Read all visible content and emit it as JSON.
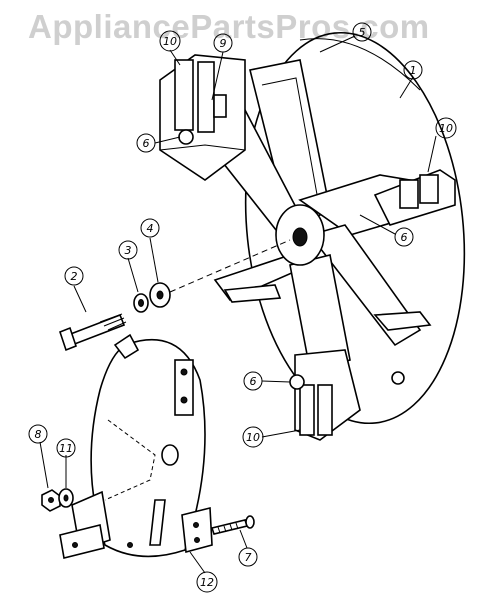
{
  "watermark": "AppliancePartsPros.com",
  "callouts": [
    {
      "id": "c1",
      "label": "1"
    },
    {
      "id": "c2",
      "label": "2"
    },
    {
      "id": "c3",
      "label": "3"
    },
    {
      "id": "c4",
      "label": "4"
    },
    {
      "id": "c5",
      "label": "5"
    },
    {
      "id": "c6a",
      "label": "6"
    },
    {
      "id": "c6b",
      "label": "6"
    },
    {
      "id": "c6c",
      "label": "6"
    },
    {
      "id": "c7",
      "label": "7"
    },
    {
      "id": "c8",
      "label": "8"
    },
    {
      "id": "c9",
      "label": "9"
    },
    {
      "id": "c10a",
      "label": "10"
    },
    {
      "id": "c10b",
      "label": "10"
    },
    {
      "id": "c10c",
      "label": "10"
    },
    {
      "id": "c11",
      "label": "11"
    },
    {
      "id": "c12",
      "label": "12"
    }
  ]
}
